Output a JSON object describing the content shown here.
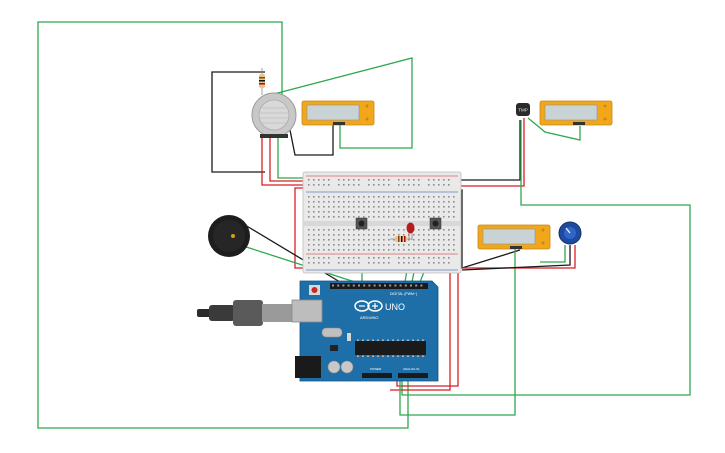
{
  "board": {
    "brand_text": "ARDUINO",
    "model_text": "UNO",
    "digital_label": "DIGITAL (PWM~)",
    "power_label": "POWER",
    "analog_label": "ANALOG IN"
  },
  "sensor": {
    "label": "TMP"
  },
  "colors": {
    "wire_green": "#2fa84f",
    "wire_red": "#d81f26",
    "wire_black": "#1a1a1a",
    "board_blue": "#1e6fa8",
    "lcd_frame": "#f2a71b",
    "lcd_screen": "#c9d3d6",
    "breadboard": "#e9e9e9"
  }
}
